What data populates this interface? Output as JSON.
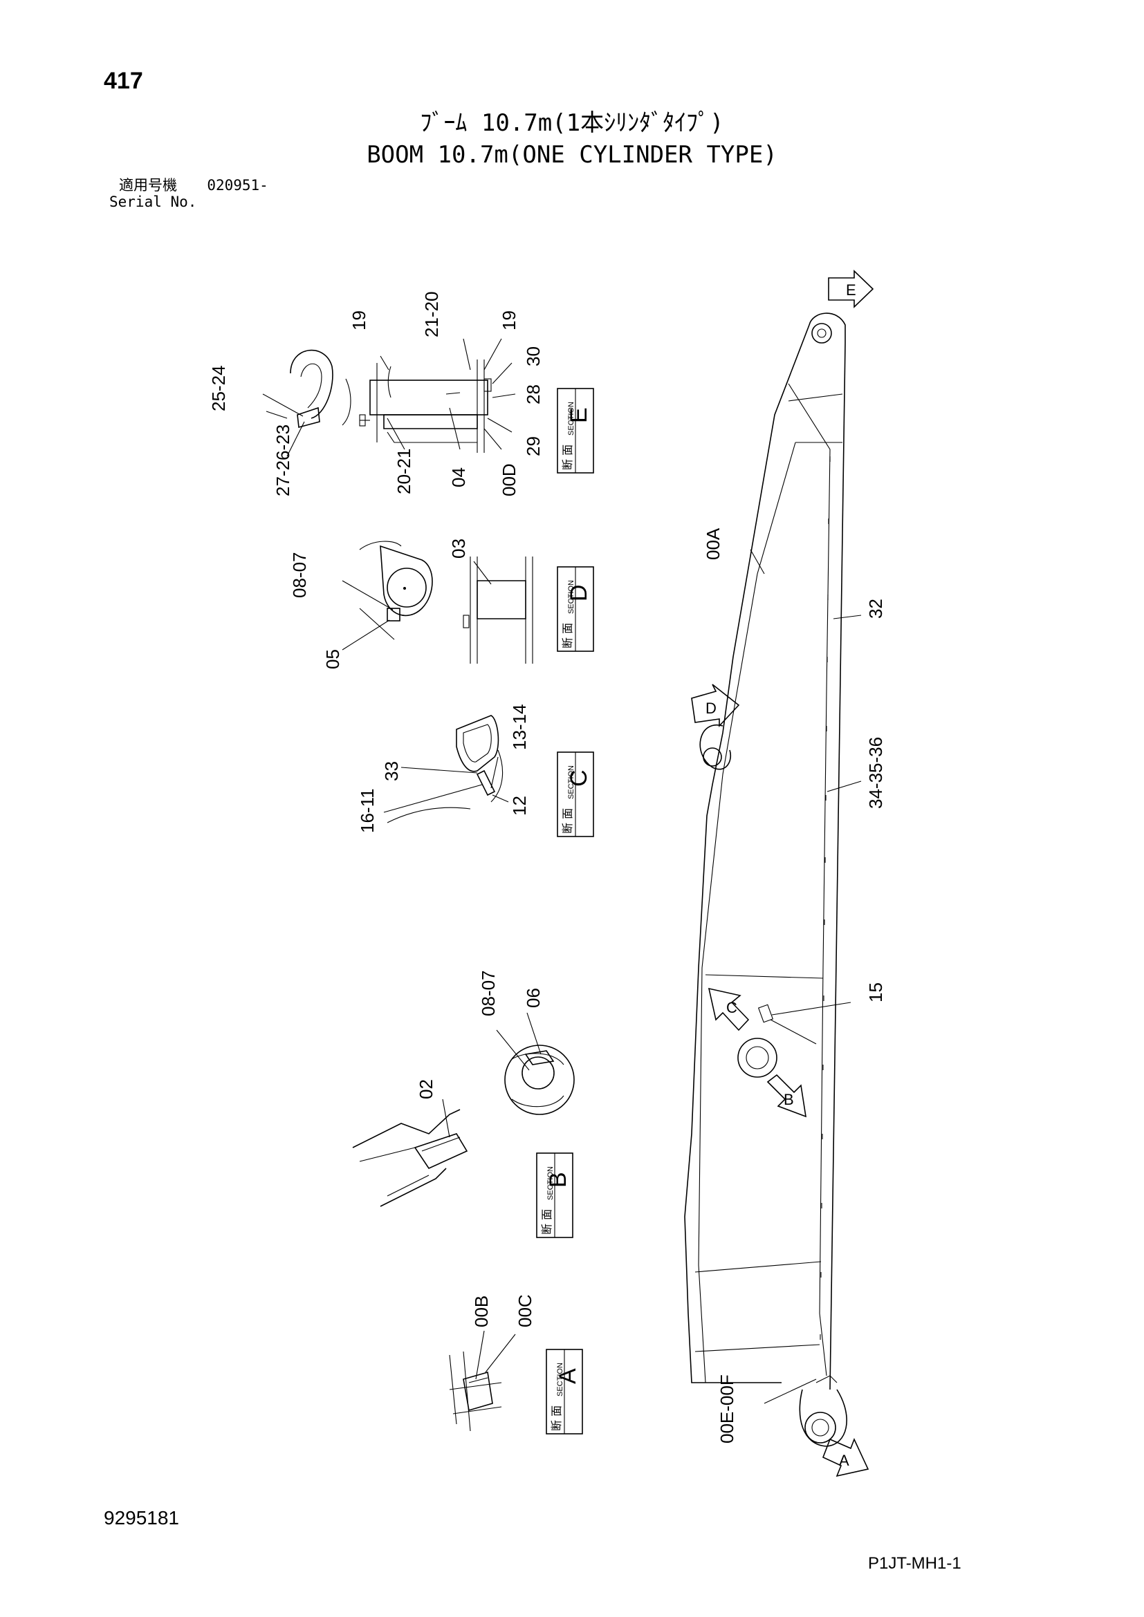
{
  "page": {
    "number": "417",
    "title_jp": "ﾌﾞｰﾑ  10.7m(1本ｼﾘﾝﾀﾞﾀｲﾌﾟ)",
    "title_en": "BOOM 10.7m(ONE CYLINDER TYPE)",
    "serial_label_jp": "適用号機",
    "serial_value": "020951-",
    "serial_label_en": "Serial No.",
    "doc_number": "9295181",
    "page_code": "P1JT-MH1-1"
  },
  "sections": [
    {
      "letter": "E",
      "kanji": "断 面",
      "word": "SECTION"
    },
    {
      "letter": "D",
      "kanji": "断 面",
      "word": "SECTION"
    },
    {
      "letter": "C",
      "kanji": "断 面",
      "word": "SECTION"
    },
    {
      "letter": "B",
      "kanji": "断 面",
      "word": "SECTION"
    },
    {
      "letter": "A",
      "kanji": "断 面",
      "word": "SECTION"
    }
  ],
  "view_arrows": [
    "E",
    "D",
    "C",
    "B",
    "A"
  ],
  "callouts": {
    "e": [
      "19",
      "21-20",
      "19",
      "30",
      "28",
      "29",
      "00D",
      "04",
      "20-21",
      "27-26-23",
      "25-24"
    ],
    "d": [
      "08-07",
      "05",
      "03"
    ],
    "c": [
      "13-14",
      "33",
      "16-11",
      "12"
    ],
    "b": [
      "08-07",
      "06",
      "02"
    ],
    "a": [
      "00B",
      "00C"
    ],
    "main": [
      "00A",
      "32",
      "34-35-36",
      "15",
      "00E-00F"
    ]
  }
}
